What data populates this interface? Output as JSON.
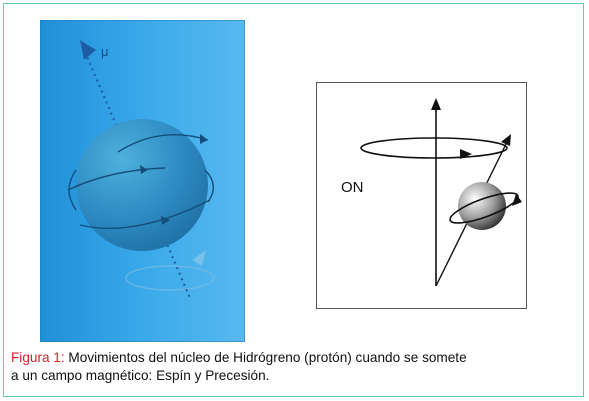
{
  "figure": {
    "left_panel": {
      "mu_symbol": "μ"
    },
    "right_panel": {
      "on_label": "ON"
    },
    "caption": {
      "label": "Figura 1:",
      "text_line1": " Movimientos del núcleo de Hidrógreno (protón) cuando se somete",
      "text_line2": "a un campo magnético: Espín y Precesión."
    },
    "colors": {
      "left_background": "#3aa6e6",
      "sphere": "#2f87c0",
      "caption_label": "#d2232a",
      "frame_border": "#6fc3b3"
    }
  }
}
